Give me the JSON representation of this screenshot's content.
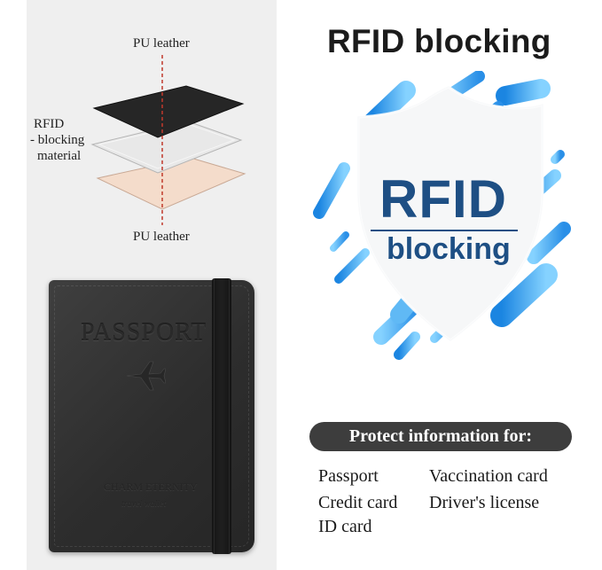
{
  "layers": {
    "top_label": "PU leather",
    "middle_label_lines": [
      "RFID",
      "- blocking",
      "material"
    ],
    "bottom_label": "PU leather"
  },
  "passport_cover": {
    "title": "PASSPORT",
    "brand": "CHARM ETERNITY",
    "subtitle": "travel wallet",
    "icon": "airplane-icon"
  },
  "heading": "RFID blocking",
  "shield": {
    "line1": "RFID",
    "line2": "blocking",
    "icon": "shield-icon"
  },
  "protect": {
    "title": "Protect information for:",
    "items": [
      "Passport",
      "Vaccination card",
      "Credit card",
      "Driver's license",
      "ID card"
    ]
  },
  "colors": {
    "shield_blue": "#1e4f84",
    "accent_blue": "#2b9ae8",
    "pill_bg": "#3d3d3d",
    "panel_bg": "#efefef"
  }
}
